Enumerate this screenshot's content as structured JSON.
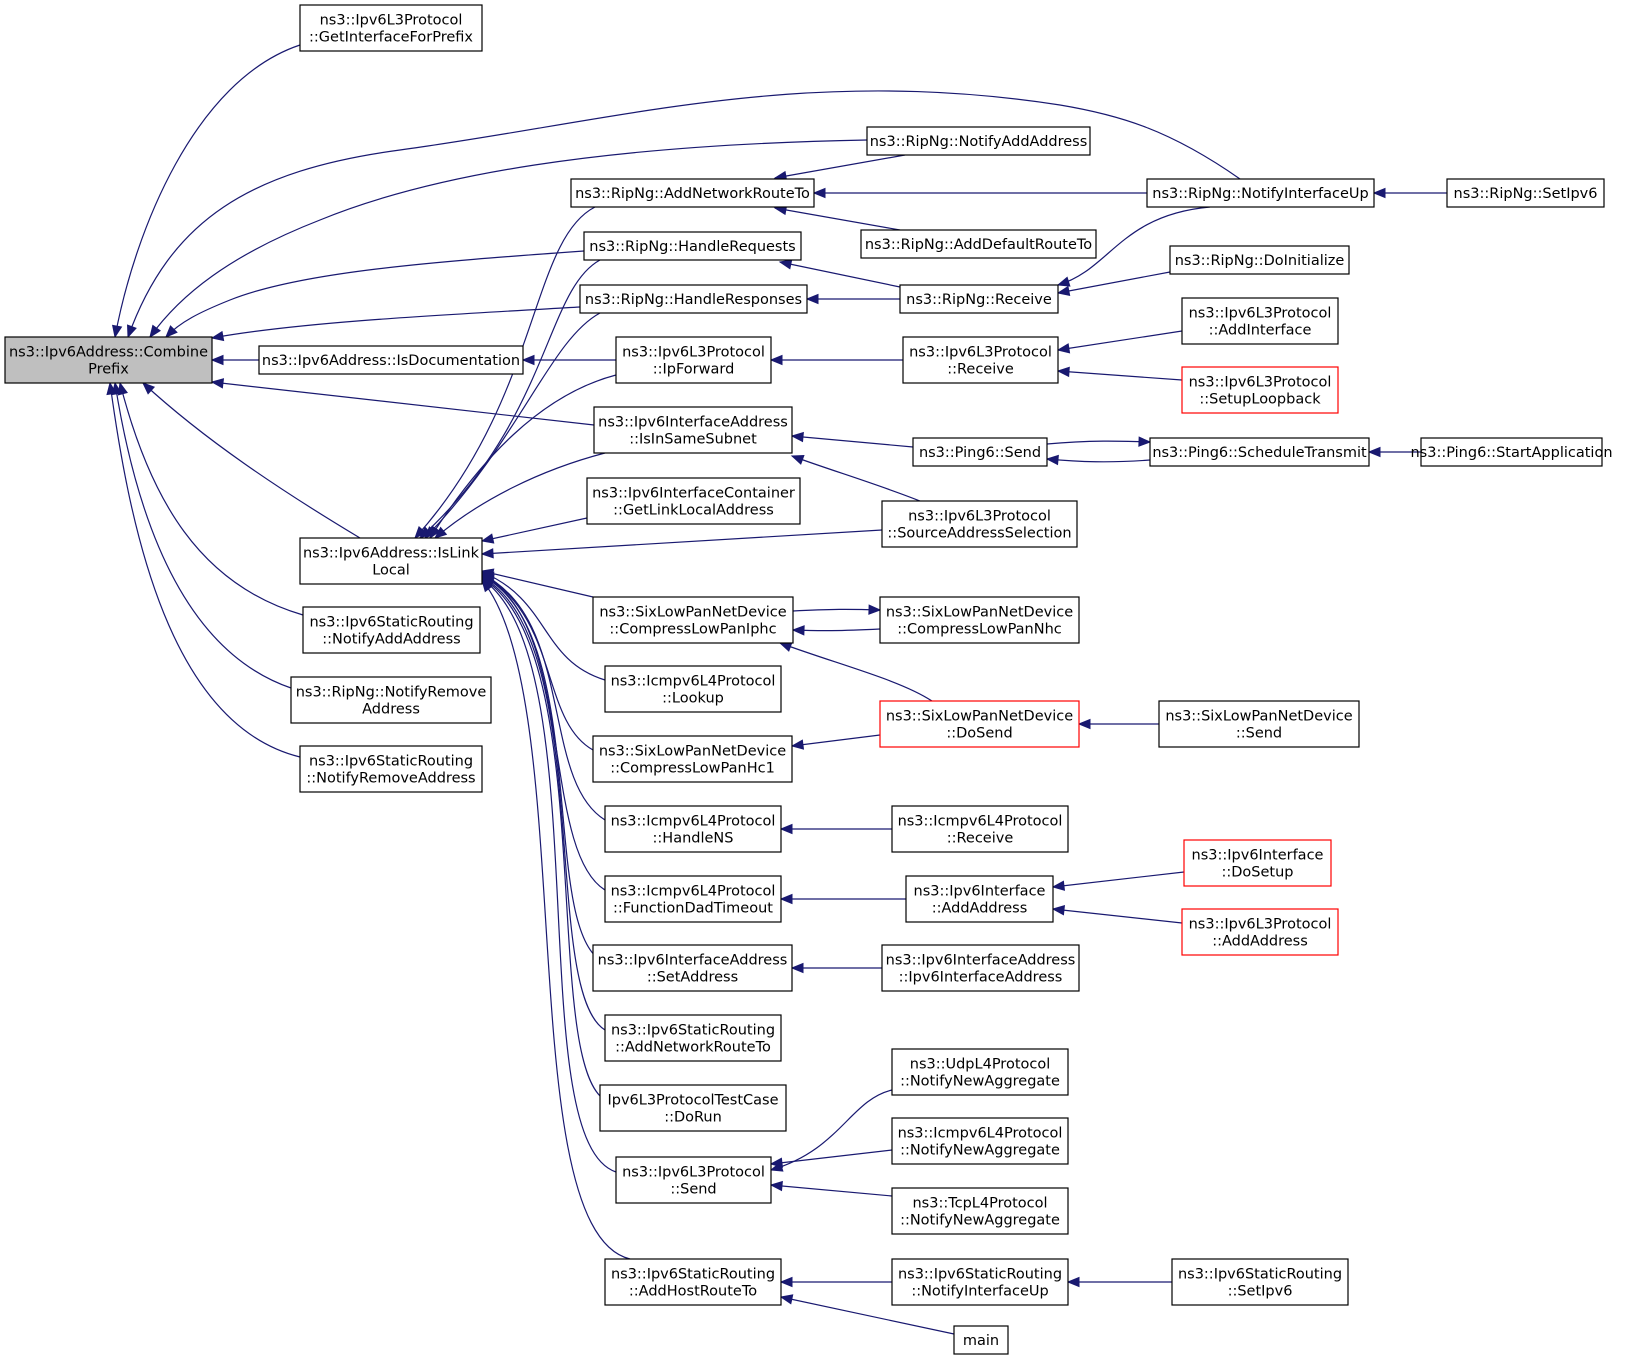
{
  "graph_title": "",
  "nodes": {
    "root": {
      "lines": [
        "ns3::Ipv6Address::Combine",
        "Prefix"
      ],
      "truncated": false
    },
    "get_interface_for_prefix": {
      "lines": [
        "ns3::Ipv6L3Protocol",
        "::GetInterfaceForPrefix"
      ],
      "truncated": false
    },
    "ripng_notify_add_address": {
      "lines": [
        "ns3::RipNg::NotifyAddAddress"
      ],
      "truncated": false
    },
    "ripng_add_network_route_to": {
      "lines": [
        "ns3::RipNg::AddNetworkRouteTo"
      ],
      "truncated": false
    },
    "ripng_notify_interface_up": {
      "lines": [
        "ns3::RipNg::NotifyInterfaceUp"
      ],
      "truncated": false
    },
    "ripng_set_ipv6": {
      "lines": [
        "ns3::RipNg::SetIpv6"
      ],
      "truncated": false
    },
    "ripng_add_default_route_to": {
      "lines": [
        "ns3::RipNg::AddDefaultRouteTo"
      ],
      "truncated": false
    },
    "ripng_handle_requests": {
      "lines": [
        "ns3::RipNg::HandleRequests"
      ],
      "truncated": false
    },
    "ripng_do_initialize": {
      "lines": [
        "ns3::RipNg::DoInitialize"
      ],
      "truncated": false
    },
    "ripng_handle_responses": {
      "lines": [
        "ns3::RipNg::HandleResponses"
      ],
      "truncated": false
    },
    "ripng_receive": {
      "lines": [
        "ns3::RipNg::Receive"
      ],
      "truncated": false
    },
    "ipv6l3_add_interface": {
      "lines": [
        "ns3::Ipv6L3Protocol",
        "::AddInterface"
      ],
      "truncated": false
    },
    "is_documentation": {
      "lines": [
        "ns3::Ipv6Address::IsDocumentation"
      ],
      "truncated": false
    },
    "ipv6l3_ip_forward": {
      "lines": [
        "ns3::Ipv6L3Protocol",
        "::IpForward"
      ],
      "truncated": false
    },
    "ipv6l3_receive": {
      "lines": [
        "ns3::Ipv6L3Protocol",
        "::Receive"
      ],
      "truncated": false
    },
    "ipv6l3_setup_loopback": {
      "lines": [
        "ns3::Ipv6L3Protocol",
        "::SetupLoopback"
      ],
      "truncated": true
    },
    "ipv6ia_is_in_same_subnet": {
      "lines": [
        "ns3::Ipv6InterfaceAddress",
        "::IsInSameSubnet"
      ],
      "truncated": false
    },
    "ping6_send": {
      "lines": [
        "ns3::Ping6::Send"
      ],
      "truncated": false
    },
    "ping6_schedule_transmit": {
      "lines": [
        "ns3::Ping6::ScheduleTransmit"
      ],
      "truncated": false
    },
    "ping6_start_application": {
      "lines": [
        "ns3::Ping6::StartApplication"
      ],
      "truncated": false
    },
    "ipv6ic_get_link_local_address": {
      "lines": [
        "ns3::Ipv6InterfaceContainer",
        "::GetLinkLocalAddress"
      ],
      "truncated": false
    },
    "ipv6l3_source_address_selection": {
      "lines": [
        "ns3::Ipv6L3Protocol",
        "::SourceAddressSelection"
      ],
      "truncated": false
    },
    "is_link_local": {
      "lines": [
        "ns3::Ipv6Address::IsLink",
        "Local"
      ],
      "truncated": false
    },
    "slp_compress_low_pan_iphc": {
      "lines": [
        "ns3::SixLowPanNetDevice",
        "::CompressLowPanIphc"
      ],
      "truncated": false
    },
    "slp_compress_low_pan_nhc": {
      "lines": [
        "ns3::SixLowPanNetDevice",
        "::CompressLowPanNhc"
      ],
      "truncated": false
    },
    "static_notify_add_address": {
      "lines": [
        "ns3::Ipv6StaticRouting",
        "::NotifyAddAddress"
      ],
      "truncated": false
    },
    "icmp_lookup": {
      "lines": [
        "ns3::Icmpv6L4Protocol",
        "::Lookup"
      ],
      "truncated": false
    },
    "ripng_notify_remove_address": {
      "lines": [
        "ns3::RipNg::NotifyRemove",
        "Address"
      ],
      "truncated": false
    },
    "slp_do_send": {
      "lines": [
        "ns3::SixLowPanNetDevice",
        "::DoSend"
      ],
      "truncated": true
    },
    "slp_send": {
      "lines": [
        "ns3::SixLowPanNetDevice",
        "::Send"
      ],
      "truncated": false
    },
    "static_notify_remove_address": {
      "lines": [
        "ns3::Ipv6StaticRouting",
        "::NotifyRemoveAddress"
      ],
      "truncated": false
    },
    "slp_compress_low_pan_hc1": {
      "lines": [
        "ns3::SixLowPanNetDevice",
        "::CompressLowPanHc1"
      ],
      "truncated": false
    },
    "icmp_handle_ns": {
      "lines": [
        "ns3::Icmpv6L4Protocol",
        "::HandleNS"
      ],
      "truncated": false
    },
    "icmp_receive": {
      "lines": [
        "ns3::Icmpv6L4Protocol",
        "::Receive"
      ],
      "truncated": false
    },
    "ipv6if_do_setup": {
      "lines": [
        "ns3::Ipv6Interface",
        "::DoSetup"
      ],
      "truncated": true
    },
    "icmp_function_dad_timeout": {
      "lines": [
        "ns3::Icmpv6L4Protocol",
        "::FunctionDadTimeout"
      ],
      "truncated": false
    },
    "ipv6if_add_address": {
      "lines": [
        "ns3::Ipv6Interface",
        "::AddAddress"
      ],
      "truncated": false
    },
    "ipv6l3_add_address": {
      "lines": [
        "ns3::Ipv6L3Protocol",
        "::AddAddress"
      ],
      "truncated": true
    },
    "ipv6ia_set_address": {
      "lines": [
        "ns3::Ipv6InterfaceAddress",
        "::SetAddress"
      ],
      "truncated": false
    },
    "ipv6ia_ctor": {
      "lines": [
        "ns3::Ipv6InterfaceAddress",
        "::Ipv6InterfaceAddress"
      ],
      "truncated": false
    },
    "static_add_network_route_to": {
      "lines": [
        "ns3::Ipv6StaticRouting",
        "::AddNetworkRouteTo"
      ],
      "truncated": false
    },
    "udp_notify_new_aggregate": {
      "lines": [
        "ns3::UdpL4Protocol",
        "::NotifyNewAggregate"
      ],
      "truncated": false
    },
    "test_case_do_run": {
      "lines": [
        "Ipv6L3ProtocolTestCase",
        "::DoRun"
      ],
      "truncated": false
    },
    "icmp_notify_new_aggregate": {
      "lines": [
        "ns3::Icmpv6L4Protocol",
        "::NotifyNewAggregate"
      ],
      "truncated": false
    },
    "ipv6l3_send": {
      "lines": [
        "ns3::Ipv6L3Protocol",
        "::Send"
      ],
      "truncated": false
    },
    "tcp_notify_new_aggregate": {
      "lines": [
        "ns3::TcpL4Protocol",
        "::NotifyNewAggregate"
      ],
      "truncated": false
    },
    "static_add_host_route_to": {
      "lines": [
        "ns3::Ipv6StaticRouting",
        "::AddHostRouteTo"
      ],
      "truncated": false
    },
    "static_notify_interface_up": {
      "lines": [
        "ns3::Ipv6StaticRouting",
        "::NotifyInterfaceUp"
      ],
      "truncated": false
    },
    "static_set_ipv6": {
      "lines": [
        "ns3::Ipv6StaticRouting",
        "::SetIpv6"
      ],
      "truncated": false
    },
    "main": {
      "lines": [
        "main"
      ],
      "truncated": false
    }
  },
  "edges": [
    {
      "from": "get_interface_for_prefix",
      "to": "root"
    },
    {
      "from": "ripng_notify_interface_up",
      "to": "root"
    },
    {
      "from": "ripng_notify_add_address",
      "to": "root"
    },
    {
      "from": "ripng_handle_requests",
      "to": "root"
    },
    {
      "from": "ripng_handle_responses",
      "to": "root"
    },
    {
      "from": "is_documentation",
      "to": "root"
    },
    {
      "from": "ipv6ia_is_in_same_subnet",
      "to": "root"
    },
    {
      "from": "is_link_local",
      "to": "root"
    },
    {
      "from": "static_notify_add_address",
      "to": "root"
    },
    {
      "from": "ripng_notify_remove_address",
      "to": "root"
    },
    {
      "from": "static_notify_remove_address",
      "to": "root"
    },
    {
      "from": "ripng_notify_add_address",
      "to": "ripng_add_network_route_to"
    },
    {
      "from": "ripng_notify_interface_up",
      "to": "ripng_add_network_route_to"
    },
    {
      "from": "ripng_add_default_route_to",
      "to": "ripng_add_network_route_to"
    },
    {
      "from": "ripng_set_ipv6",
      "to": "ripng_notify_interface_up"
    },
    {
      "from": "ripng_receive",
      "to": "ripng_handle_requests"
    },
    {
      "from": "ripng_receive",
      "to": "ripng_handle_responses"
    },
    {
      "from": "ripng_notify_interface_up",
      "to": "ripng_receive"
    },
    {
      "from": "ripng_do_initialize",
      "to": "ripng_receive"
    },
    {
      "from": "ipv6l3_ip_forward",
      "to": "is_documentation"
    },
    {
      "from": "ipv6l3_receive",
      "to": "ipv6l3_ip_forward"
    },
    {
      "from": "ipv6l3_add_interface",
      "to": "ipv6l3_receive"
    },
    {
      "from": "ipv6l3_setup_loopback",
      "to": "ipv6l3_receive"
    },
    {
      "from": "ping6_send",
      "to": "ipv6ia_is_in_same_subnet"
    },
    {
      "from": "ipv6l3_source_address_selection",
      "to": "ipv6ia_is_in_same_subnet"
    },
    {
      "from": "ping6_send",
      "to": "ping6_schedule_transmit"
    },
    {
      "from": "ping6_schedule_transmit",
      "to": "ping6_send"
    },
    {
      "from": "ping6_start_application",
      "to": "ping6_schedule_transmit"
    },
    {
      "from": "ripng_add_network_route_to",
      "to": "is_link_local"
    },
    {
      "from": "ripng_handle_requests",
      "to": "is_link_local"
    },
    {
      "from": "ripng_handle_responses",
      "to": "is_link_local"
    },
    {
      "from": "ipv6l3_ip_forward",
      "to": "is_link_local"
    },
    {
      "from": "ipv6ia_is_in_same_subnet",
      "to": "is_link_local"
    },
    {
      "from": "ipv6ic_get_link_local_address",
      "to": "is_link_local"
    },
    {
      "from": "ipv6l3_source_address_selection",
      "to": "is_link_local"
    },
    {
      "from": "slp_compress_low_pan_iphc",
      "to": "is_link_local"
    },
    {
      "from": "icmp_lookup",
      "to": "is_link_local"
    },
    {
      "from": "slp_compress_low_pan_hc1",
      "to": "is_link_local"
    },
    {
      "from": "icmp_handle_ns",
      "to": "is_link_local"
    },
    {
      "from": "icmp_function_dad_timeout",
      "to": "is_link_local"
    },
    {
      "from": "ipv6ia_set_address",
      "to": "is_link_local"
    },
    {
      "from": "static_add_network_route_to",
      "to": "is_link_local"
    },
    {
      "from": "test_case_do_run",
      "to": "is_link_local"
    },
    {
      "from": "ipv6l3_send",
      "to": "is_link_local"
    },
    {
      "from": "static_add_host_route_to",
      "to": "is_link_local"
    },
    {
      "from": "slp_compress_low_pan_iphc",
      "to": "slp_compress_low_pan_nhc"
    },
    {
      "from": "slp_compress_low_pan_nhc",
      "to": "slp_compress_low_pan_iphc"
    },
    {
      "from": "slp_do_send",
      "to": "slp_compress_low_pan_iphc"
    },
    {
      "from": "slp_do_send",
      "to": "slp_compress_low_pan_hc1"
    },
    {
      "from": "slp_send",
      "to": "slp_do_send"
    },
    {
      "from": "icmp_receive",
      "to": "icmp_handle_ns"
    },
    {
      "from": "ipv6if_add_address",
      "to": "icmp_function_dad_timeout"
    },
    {
      "from": "ipv6if_do_setup",
      "to": "ipv6if_add_address"
    },
    {
      "from": "ipv6l3_add_address",
      "to": "ipv6if_add_address"
    },
    {
      "from": "ipv6ia_ctor",
      "to": "ipv6ia_set_address"
    },
    {
      "from": "udp_notify_new_aggregate",
      "to": "ipv6l3_send"
    },
    {
      "from": "icmp_notify_new_aggregate",
      "to": "ipv6l3_send"
    },
    {
      "from": "tcp_notify_new_aggregate",
      "to": "ipv6l3_send"
    },
    {
      "from": "static_notify_interface_up",
      "to": "static_add_host_route_to"
    },
    {
      "from": "main",
      "to": "static_add_host_route_to"
    },
    {
      "from": "static_set_ipv6",
      "to": "static_notify_interface_up"
    }
  ],
  "colors": {
    "edge": "#191970",
    "node_border": "#000000",
    "truncated_border": "#ff0000",
    "root_fill": "#bfbfbf",
    "background": "#ffffff"
  }
}
